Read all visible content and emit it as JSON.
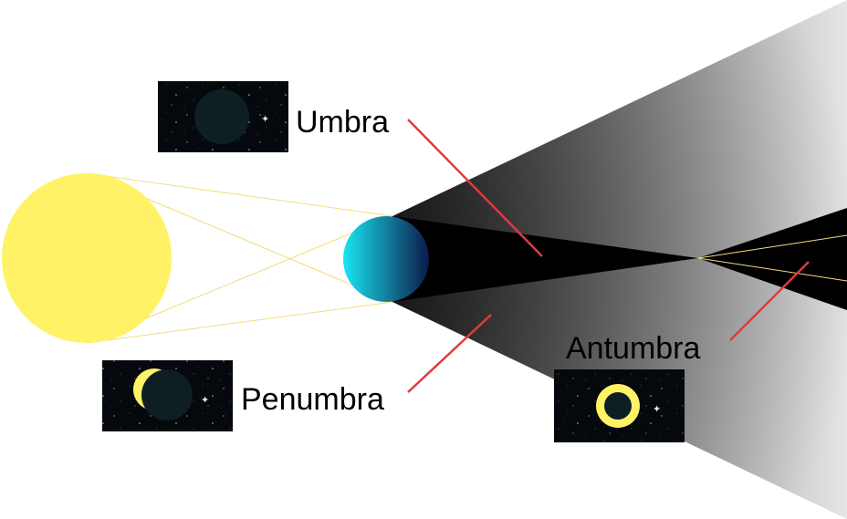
{
  "labels": {
    "umbra": "Umbra",
    "penumbra": "Penumbra",
    "antumbra": "Antumbra"
  },
  "colors": {
    "sun": "#fff266",
    "sun_ray": "#f2dc7a",
    "moon_light": "#18e6f2",
    "moon_dark": "#0b1a4a",
    "umbra": "#000000",
    "penumbra_dark": "#303030",
    "penumbra_light": "#e6e6e6",
    "pointer": "#e03a3e",
    "inset_sky": "#05080c",
    "inset_body": "#0e1f24"
  },
  "icons": {
    "sun": "sun-icon",
    "moon": "moon-icon",
    "view_total": "total-eclipse-view",
    "view_partial": "partial-eclipse-view",
    "view_annular": "annular-eclipse-view"
  }
}
